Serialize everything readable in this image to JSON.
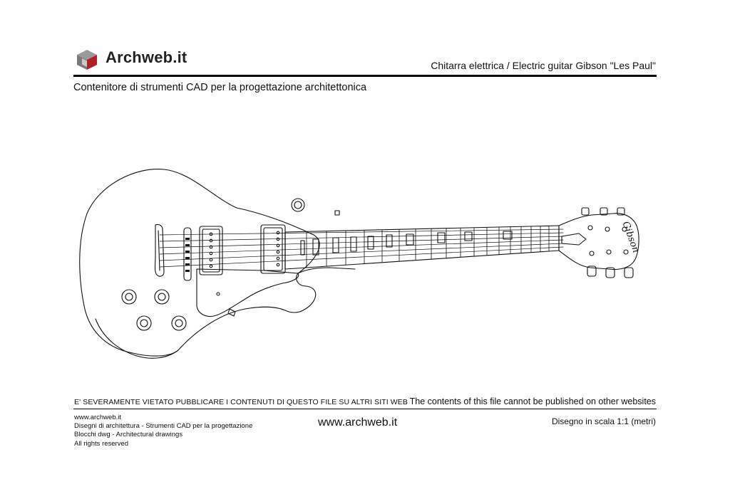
{
  "brand": {
    "logo_text": "Archweb.it"
  },
  "header": {
    "title": "Chitarra elettrica  /  Electric guitar  Gibson \"Les Paul\"",
    "subtitle": "Contenitore di strumenti CAD per la progettazione architettonica"
  },
  "drawing": {
    "headstock_logo": "Gibson"
  },
  "notice": {
    "italian": "E' SEVERAMENTE VIETATO PUBBLICARE I CONTENUTI DI QUESTO FILE SU ALTRI SITI WEB",
    "english": "The contents of this file cannot be published on other websites"
  },
  "footer": {
    "lines": [
      "www.archweb.it",
      "Disegni di architettura - Strumenti CAD  per la progettazione",
      "Blocchi dwg - Architectural drawings",
      "All rights reserved"
    ],
    "center_url": "www.archweb.it",
    "scale": "Disegno in scala 1:1 (metri)"
  },
  "colors": {
    "ink": "#111111",
    "logo_red": "#b0202a",
    "logo_gray": "#8a8a8a"
  }
}
